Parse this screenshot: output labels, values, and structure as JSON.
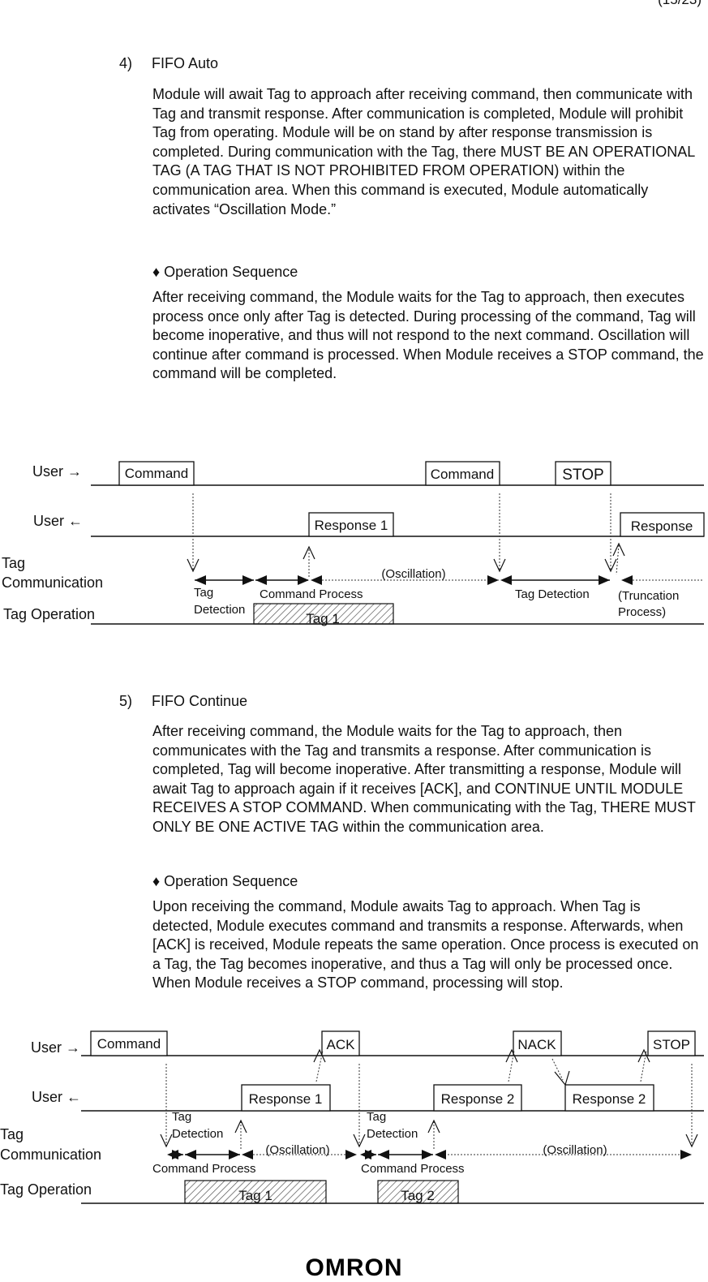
{
  "page_number": "(15/23)",
  "logo_text": "OMRON",
  "sections": [
    {
      "number": "4)",
      "title": "FIFO Auto",
      "description": "Module will await Tag to approach after receiving command, then communicate with Tag and transmit response. After communication is completed, Module will prohibit Tag from operating. Module will be on stand by after response transmission is completed. During communication with the Tag, there MUST BE AN OPERATIONAL TAG (A TAG THAT IS NOT PROHIBITED FROM OPERATION) within the communication area. When this command is executed, Module automatically activates “Oscillation Mode.”",
      "sequence_heading": "♦ Operation Sequence",
      "sequence_text": "After receiving command, the Module waits for the Tag to approach, then executes process once only after Tag is detected. During processing of the command, Tag will become inoperative, and thus will not respond to the next command. Oscillation will continue after command is processed. When Module receives a STOP command, the command will be completed."
    },
    {
      "number": "5)",
      "title": "FIFO Continue",
      "description": "After receiving command, the Module waits for the Tag to approach, then communicates with the Tag and transmits a response. After communication is completed, Tag will become inoperative. After transmitting a response, Module will await Tag to approach again if it receives [ACK], and CONTINUE UNTIL MODULE RECEIVES A STOP COMMAND. When communicating with the Tag, THERE MUST ONLY BE ONE ACTIVE TAG within the communication area.",
      "sequence_heading": "♦ Operation Sequence",
      "sequence_text": "Upon receiving the command, Module awaits Tag to approach. When Tag is detected, Module executes command and transmits a response. Afterwards, when [ACK] is received, Module repeats the same operation. Once process is executed on a Tag, the Tag becomes inoperative, and thus a Tag will only be processed once. When Module receives a STOP command, processing will stop."
    }
  ],
  "diagram1": {
    "row_user_in": "User →",
    "row_user_out": "User ←",
    "row_tag_comm_1": "Tag",
    "row_tag_comm_2": "Communication",
    "row_tag_op": "Tag Operation",
    "cmd1": "Command",
    "cmd2": "Command",
    "stop": "STOP",
    "response1": "Response 1",
    "response": "Response",
    "oscillation": "(Oscillation)",
    "tag_detection_1": "Tag",
    "tag_detection_2": "Detection",
    "command_process": "Command Process",
    "tag_detection_b": "Tag Detection",
    "truncation_1": "(Truncation",
    "truncation_2": "Process)",
    "tag1": "Tag 1"
  },
  "diagram2": {
    "row_user_in": "User →",
    "row_user_out": "User ←",
    "row_tag_comm_1": "Tag",
    "row_tag_comm_2": "Communication",
    "row_tag_op": "Tag Operation",
    "command": "Command",
    "ack": "ACK",
    "nack": "NACK",
    "stop": "STOP",
    "response1": "Response 1",
    "response2a": "Response 2",
    "response2b": "Response 2",
    "tag_a_1": "Tag",
    "tag_a_2": "Detection",
    "tag_b_1": "Tag",
    "tag_b_2": "Detection",
    "oscillation_a": "(Oscillation)",
    "oscillation_b": "(Oscillation)",
    "cmd_proc_a": "Command Process",
    "cmd_proc_b": "Command Process",
    "tag1": "Tag 1",
    "tag2": "Tag 2"
  }
}
